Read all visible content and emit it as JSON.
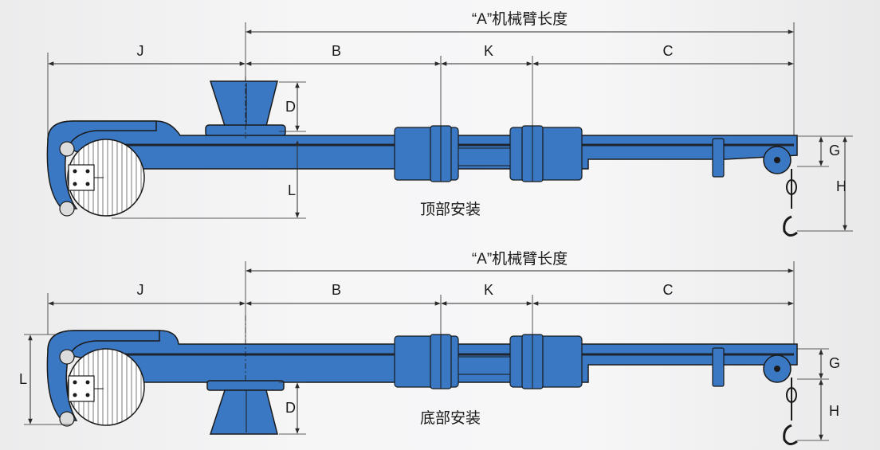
{
  "colors": {
    "arm_blue": "#3a78c4",
    "outline": "#1a1a1a"
  },
  "views": [
    {
      "title": "“A”机械臂长度",
      "caption": "顶部安装",
      "dims": {
        "J": "J",
        "B": "B",
        "K": "K",
        "C": "C",
        "D": "D",
        "L": "L",
        "G": "G",
        "H": "H"
      }
    },
    {
      "title": "“A”机械臂长度",
      "caption": "底部安装",
      "dims": {
        "J": "J",
        "B": "B",
        "K": "K",
        "C": "C",
        "D": "D",
        "L": "L",
        "G": "G",
        "H": "H"
      }
    }
  ]
}
